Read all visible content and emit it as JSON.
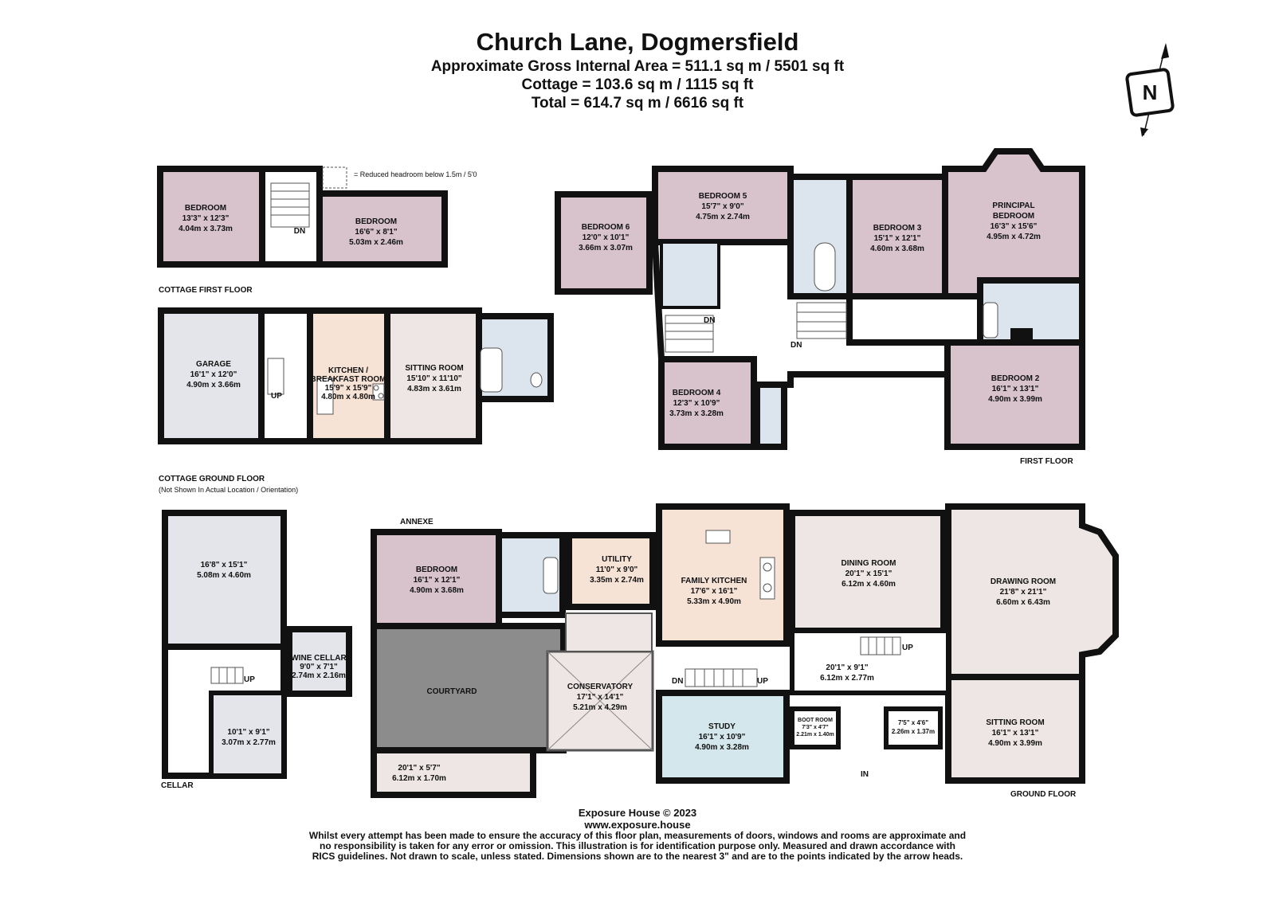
{
  "header": {
    "title": "Church Lane, Dogmersfield",
    "lines": [
      "Approximate Gross Internal Area = 511.1 sq m / 5501 sq ft",
      "Cottage  = 103.6 sq m / 1115 sq ft",
      "Total = 614.7 sq m / 6616 sq ft"
    ]
  },
  "compass_label": "N",
  "legend": "= Reduced headroom below 1.5m / 5'0",
  "colors": {
    "bedroom": "#d8c3cd",
    "bathroom": "#dce5ee",
    "kitchen": "#f7e2d6",
    "living": "#ede6e4",
    "circulation": "#ffffff",
    "study": "#d4e7ec",
    "courtyard": "#8c8c8c",
    "storage": "#e3e5ea",
    "wall": "#111111"
  },
  "floor_labels": {
    "cottage_first": "COTTAGE FIRST FLOOR",
    "cottage_ground": "COTTAGE GROUND FLOOR",
    "cottage_ground_note": "(Not Shown In Actual Location / Orientation)",
    "first": "FIRST FLOOR",
    "ground": "GROUND FLOOR",
    "cellar": "CELLAR",
    "annexe": "ANNEXE"
  },
  "markers": {
    "dn": "DN",
    "up": "UP",
    "in": "IN"
  },
  "rooms": {
    "cottage_bedroom_1": {
      "name": "BEDROOM",
      "imperial": "13'3\" x 12'3\"",
      "metric": "4.04m x 3.73m"
    },
    "cottage_bedroom_2": {
      "name": "BEDROOM",
      "imperial": "16'6\" x 8'1\"",
      "metric": "5.03m x 2.46m"
    },
    "garage": {
      "name": "GARAGE",
      "imperial": "16'1\" x 12'0\"",
      "metric": "4.90m x 3.66m"
    },
    "cottage_kitchen": {
      "name": "KITCHEN /",
      "name2": "BREAKFAST ROOM",
      "imperial": "15'9\" x 15'9\"",
      "metric": "4.80m x 4.80m"
    },
    "cottage_sitting": {
      "name": "SITTING ROOM",
      "imperial": "15'10\" x 11'10\"",
      "metric": "4.83m x 3.61m"
    },
    "bedroom_6": {
      "name": "BEDROOM 6",
      "imperial": "12'0\" x 10'1\"",
      "metric": "3.66m x 3.07m"
    },
    "bedroom_5": {
      "name": "BEDROOM 5",
      "imperial": "15'7\" x 9'0\"",
      "metric": "4.75m x 2.74m"
    },
    "bedroom_3": {
      "name": "BEDROOM 3",
      "imperial": "15'1\" x 12'1\"",
      "metric": "4.60m x 3.68m"
    },
    "principal": {
      "name": "PRINCIPAL",
      "name2": "BEDROOM",
      "imperial": "16'3\" x 15'6\"",
      "metric": "4.95m x 4.72m"
    },
    "bedroom_4": {
      "name": "BEDROOM 4",
      "imperial": "12'3\" x 10'9\"",
      "metric": "3.73m x 3.28m"
    },
    "bedroom_2": {
      "name": "BEDROOM 2",
      "imperial": "16'1\" x 13'1\"",
      "metric": "4.90m x 3.99m"
    },
    "cellar_main": {
      "imperial": "16'8\" x 15'1\"",
      "metric": "5.08m x 4.60m"
    },
    "wine_cellar": {
      "name": "WINE CELLAR",
      "imperial": "9'0\" x 7'1\"",
      "metric": "2.74m x 2.16m"
    },
    "cellar_small": {
      "imperial": "10'1\" x 9'1\"",
      "metric": "3.07m x 2.77m"
    },
    "annexe_bedroom": {
      "name": "BEDROOM",
      "imperial": "16'1\" x 12'1\"",
      "metric": "4.90m x 3.68m"
    },
    "utility": {
      "name": "UTILITY",
      "imperial": "11'0\" x 9'0\"",
      "metric": "3.35m x 2.74m"
    },
    "family_kitchen": {
      "name": "FAMILY KITCHEN",
      "imperial": "17'6\" x 16'1\"",
      "metric": "5.33m x 4.90m"
    },
    "dining": {
      "name": "DINING ROOM",
      "imperial": "20'1\" x 15'1\"",
      "metric": "6.12m x 4.60m"
    },
    "drawing": {
      "name": "DRAWING ROOM",
      "imperial": "21'8\" x 21'1\"",
      "metric": "6.60m x 6.43m"
    },
    "courtyard": {
      "name": "COURTYARD"
    },
    "conservatory": {
      "name": "CONSERVATORY",
      "imperial": "17'1\" x 14'1\"",
      "metric": "5.21m x 4.29m"
    },
    "hall": {
      "imperial": "20'1\" x 9'1\"",
      "metric": "6.12m x 2.77m"
    },
    "study": {
      "name": "STUDY",
      "imperial": "16'1\" x 10'9\"",
      "metric": "4.90m x 3.28m"
    },
    "boot_room": {
      "name": "BOOT ROOM",
      "imperial": "7'3\" x 4'7\"",
      "metric": "2.21m x 1.40m"
    },
    "store": {
      "imperial": "7'5\" x 4'6\"",
      "metric": "2.26m x 1.37m"
    },
    "ground_sitting": {
      "name": "SITTING ROOM",
      "imperial": "16'1\" x 13'1\"",
      "metric": "4.90m x 3.99m"
    },
    "outbuilding": {
      "imperial": "20'1\" x 5'7\"",
      "metric": "6.12m x 1.70m"
    }
  },
  "footer": {
    "copyright": "Exposure House © 2023",
    "website": "www.exposure.house",
    "disclaimer": [
      "Whilst every attempt has been made to ensure the accuracy of this floor plan, measurements of doors, windows and rooms are approximate and",
      "no responsibility is taken for any error or omission. This illustration is for identification purpose only. Measured and drawn accordance with",
      "RICS guidelines. Not drawn to scale, unless stated. Dimensions shown are to the nearest 3\" and are to the points indicated by the arrow heads."
    ]
  }
}
